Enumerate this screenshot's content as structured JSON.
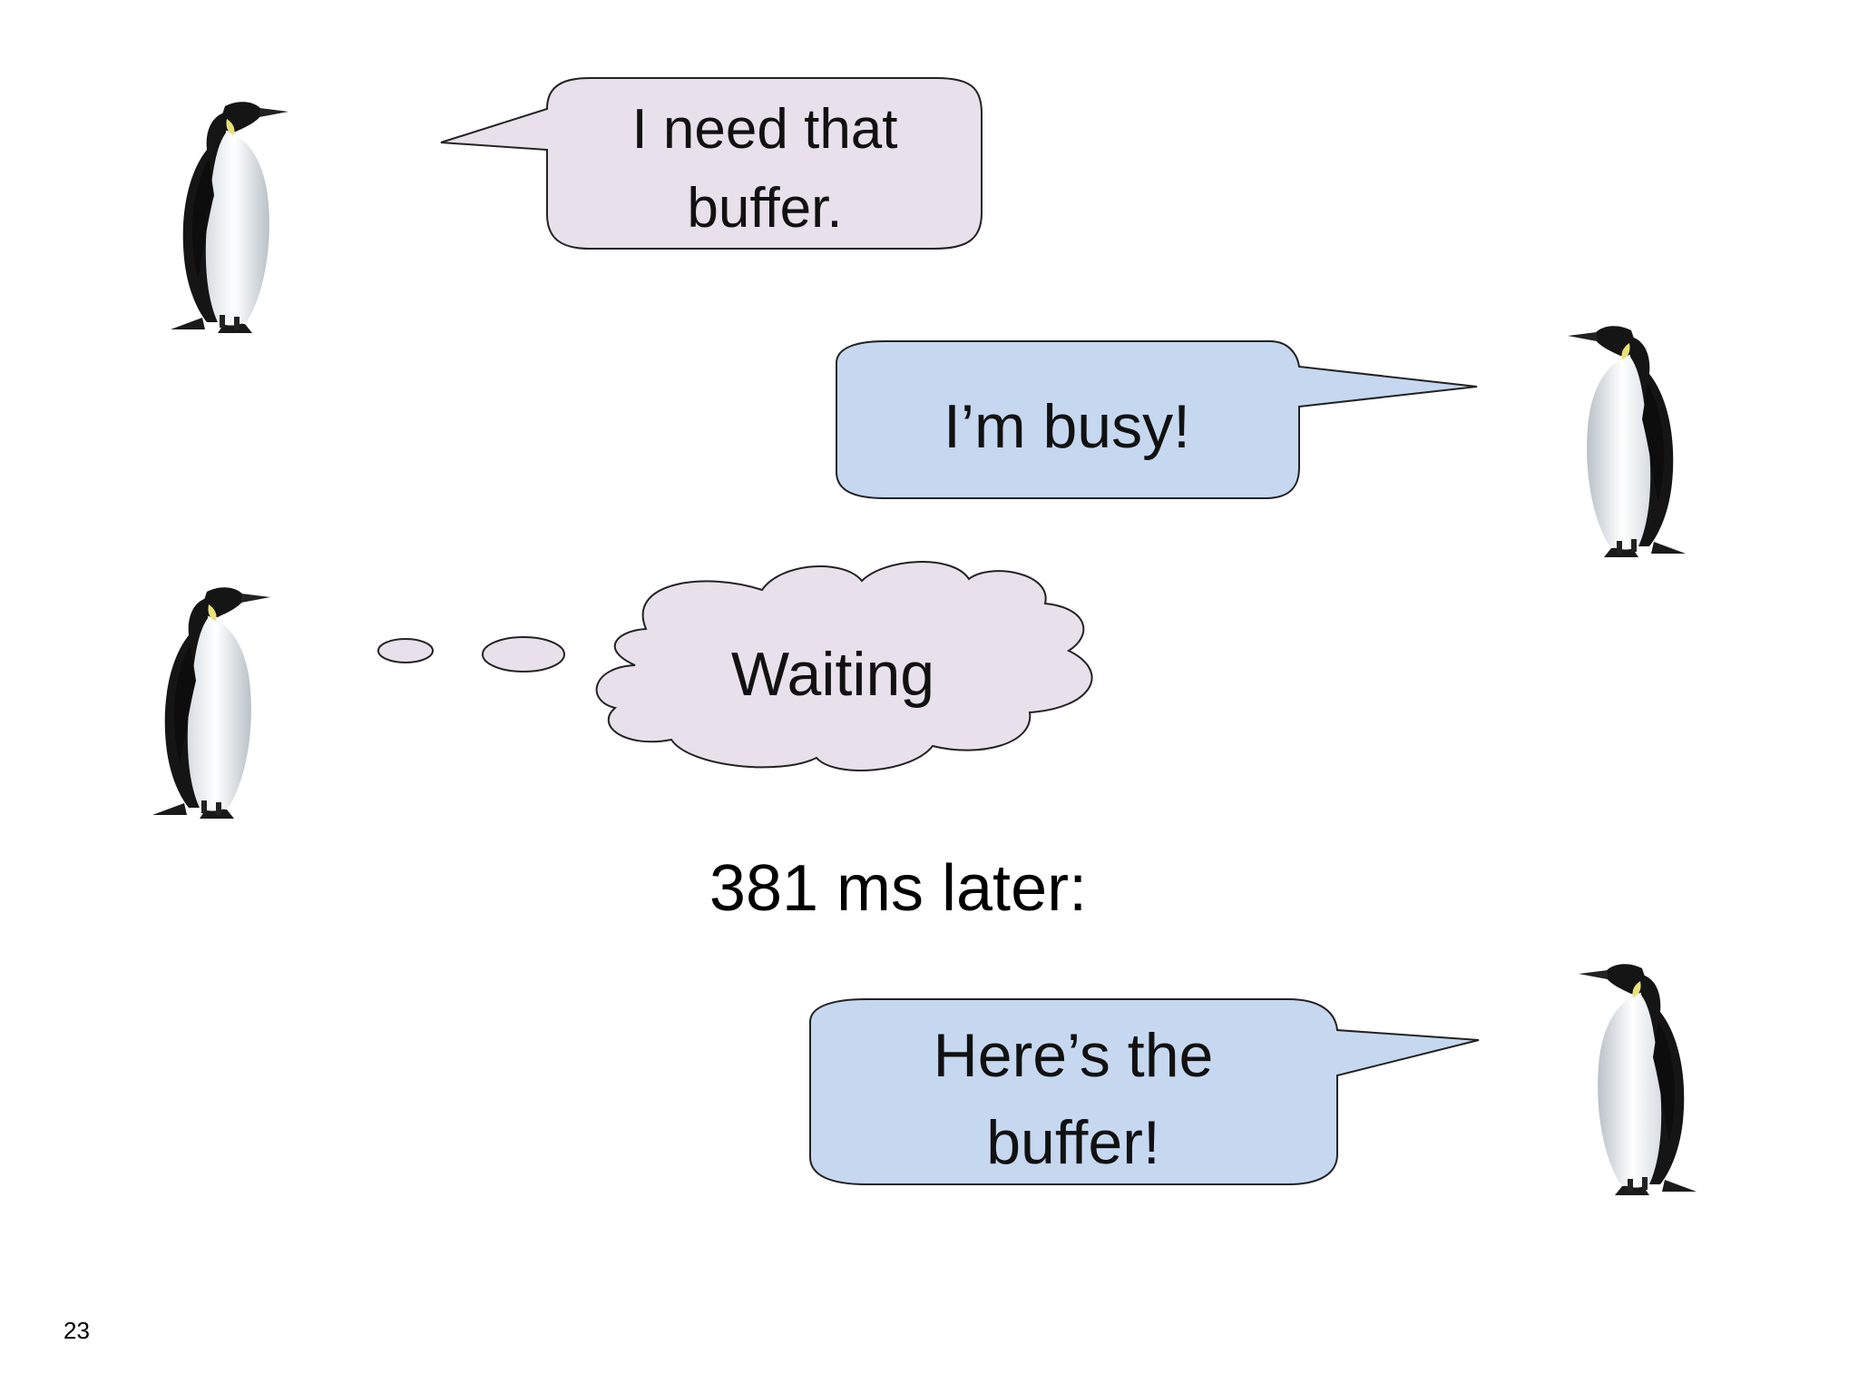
{
  "slide": {
    "page_number": "23",
    "caption": "381 ms later:"
  },
  "bubbles": {
    "request": {
      "line1": "I need that",
      "line2": "buffer."
    },
    "busy": {
      "line1": "I’m busy!"
    },
    "thought": {
      "line1": "Waiting"
    },
    "reply": {
      "line1": "Here’s the",
      "line2": "buffer!"
    }
  },
  "colors": {
    "request_fill": "#e8e0ea",
    "blue_fill": "#c6d8f0",
    "thought_fill": "#e8e0ea",
    "stroke": "#222222"
  }
}
